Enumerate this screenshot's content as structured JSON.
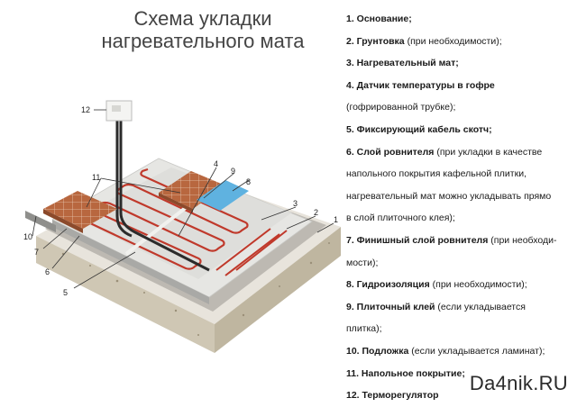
{
  "title": {
    "line1": "Схема укладки",
    "line2": "нагревательного мата"
  },
  "legend": [
    {
      "bold": "1. Основание;",
      "rest": ""
    },
    {
      "bold": "2. Грунтовка",
      "rest": " (при необходимости);"
    },
    {
      "bold": "3. Нагревательный мат;",
      "rest": ""
    },
    {
      "bold": "4. Датчик температуры в гофре",
      "rest": ""
    },
    {
      "bold": "",
      "rest": "(гофрированной трубке);"
    },
    {
      "bold": "5. Фиксирующий кабель скотч;",
      "rest": ""
    },
    {
      "bold": "6. Слой ровнителя",
      "rest": " (при укладки в качестве"
    },
    {
      "bold": "",
      "rest": "напольного покрытия кафельной плитки,"
    },
    {
      "bold": "",
      "rest": "нагревательный мат можно укладывать прямо"
    },
    {
      "bold": "",
      "rest": "в слой плиточного клея);"
    },
    {
      "bold": "7. Финишный слой ровнителя",
      "rest": " (при необходи-"
    },
    {
      "bold": "",
      "rest": "мости);"
    },
    {
      "bold": "8. Гидроизоляция",
      "rest": " (при необходимости);"
    },
    {
      "bold": "9. Плиточный клей",
      "rest": " (если укладывается"
    },
    {
      "bold": "",
      "rest": "плитка);"
    },
    {
      "bold": "10. Подложка",
      "rest": " (если укладывается ламинат);"
    },
    {
      "bold": "11. Напольное покрытие;",
      "rest": ""
    },
    {
      "bold": "12. Терморегулятор",
      "rest": ""
    }
  ],
  "callouts": [
    "1",
    "2",
    "3",
    "4",
    "5",
    "6",
    "7",
    "8",
    "9",
    "10",
    "11",
    "12"
  ],
  "watermark": "Da4nik.RU",
  "colors": {
    "base": "#cfc7b4",
    "primer": "#bdb9b2",
    "screed": "#e2e2e0",
    "cable": "#c0392b",
    "tile": "#b8673f",
    "waterproofing": "#5fb2e0"
  }
}
